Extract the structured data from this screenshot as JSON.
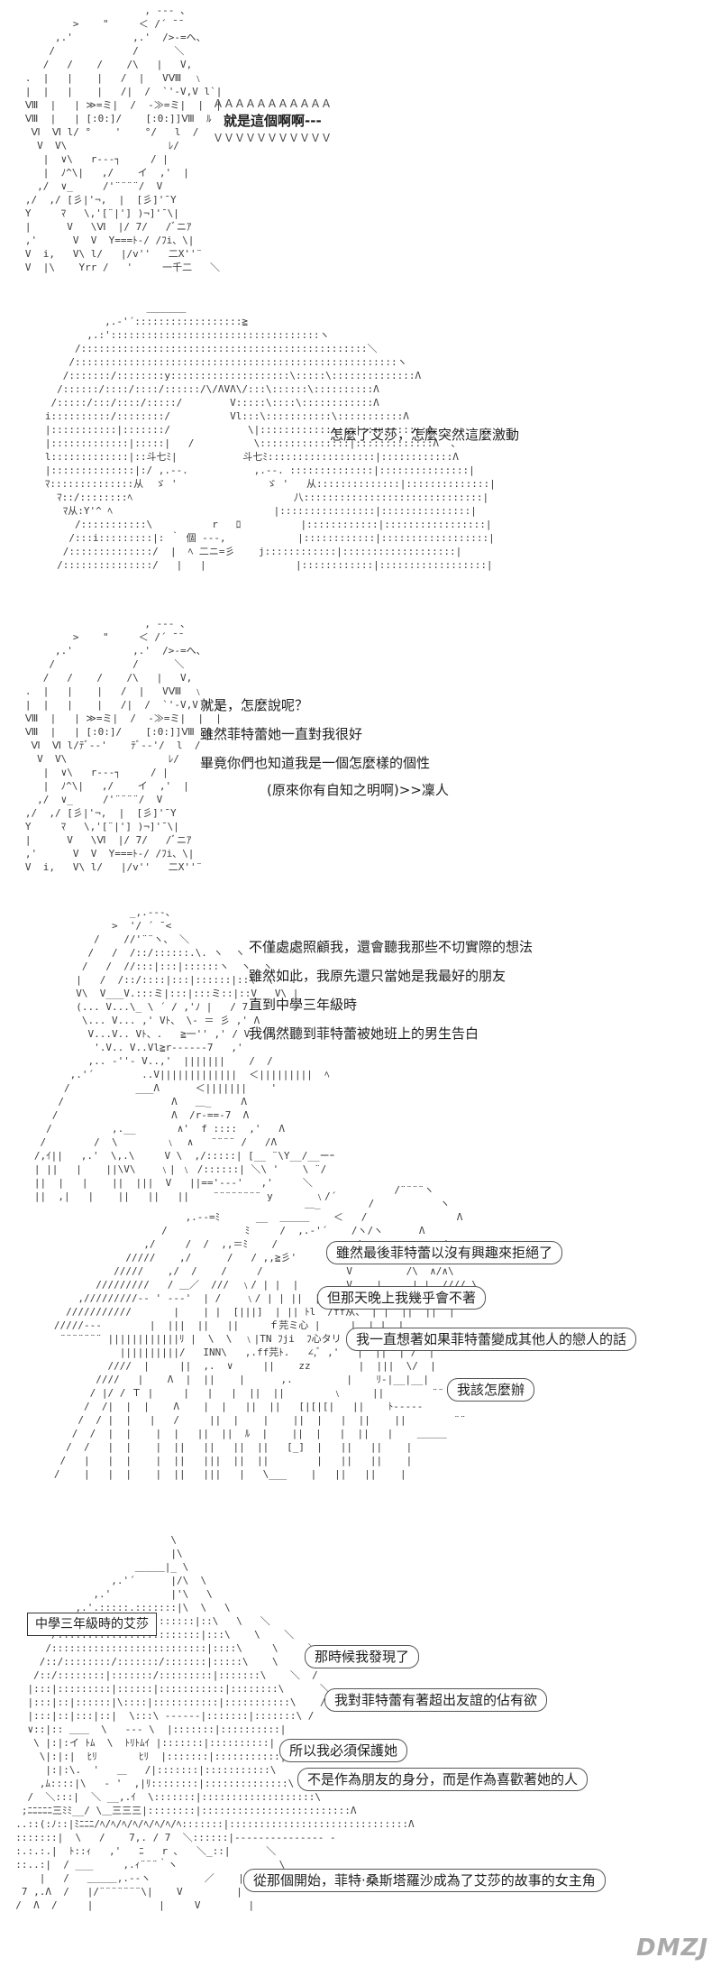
{
  "panel1": {
    "bubble": "就是這個啊啊---"
  },
  "panel2": {
    "line1": "怎麼了艾莎，怎麼突然這麼激動"
  },
  "panel3": {
    "line1": "就是，怎麼說呢？",
    "line2": "雖然菲特蕾她一直對我很好",
    "line3": "畢竟你們也知道我是一個怎麼樣的個性",
    "line4": "(原來你有自知之明啊)>>凜人"
  },
  "panel4": {
    "line1": "不僅處處照顧我，還會聽我那些不切實際的想法",
    "line2": "雖然如此，我原先還只當她是我最好的朋友",
    "line3": "直到中學三年級時",
    "line4": "我偶然聽到菲特蕾被她班上的男生告白"
  },
  "panel5": {
    "bubble1": "雖然最後菲特蕾以沒有興趣來拒絕了",
    "bubble2": "但那天晚上我幾乎會不著",
    "bubble3": "我一直想著如果菲特蕾變成其他人的戀人的話",
    "bubble4": "我該怎麼辦"
  },
  "panel6": {
    "caption": "中學三年級時的艾莎",
    "bubble1": "那時候我發現了",
    "bubble2": "我對菲特蕾有著超出友誼的佔有欲",
    "bubble3": "所以我必須保護她",
    "bubble4": "不是作為朋友的身分，而是作為喜歡著她的人",
    "bubble5": "從那個開始，菲特·桑斯塔羅沙成為了艾莎的故事的女主角"
  },
  "watermark": "DMZJ"
}
